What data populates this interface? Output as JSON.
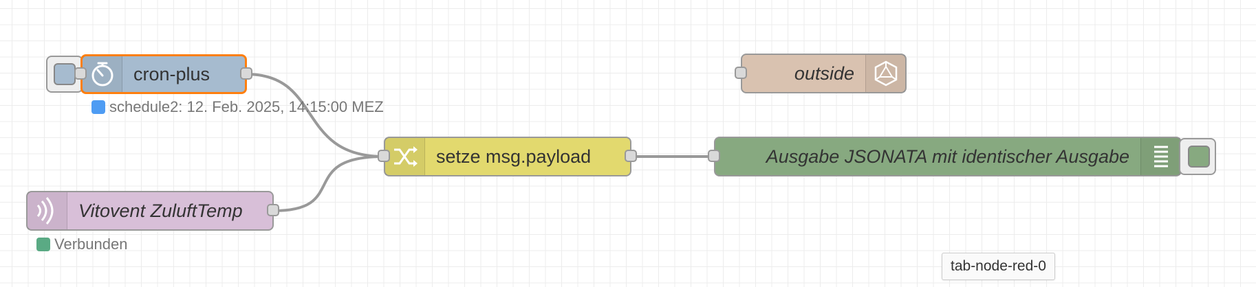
{
  "flow": {
    "nodes": {
      "cron_plus": {
        "label": "cron-plus",
        "color": "#a6bbcf",
        "icon": "timer-icon",
        "selected": true
      },
      "outside": {
        "label": "outside",
        "color": "#d9c2b0",
        "icon": "polyhedron-icon"
      },
      "change": {
        "label": "setze msg.payload",
        "color": "#e2d96e",
        "icon": "shuffle-icon"
      },
      "debug": {
        "label": "Ausgabe JSONATA mit identischer Ausgabe",
        "color": "#87a980",
        "icon": "list-icon"
      },
      "vitovent": {
        "label": "Vitovent ZuluftTemp",
        "color": "#d8bfd8",
        "icon": "wireless-icon"
      }
    },
    "status": {
      "cron_plus": {
        "text": "schedule2: 12. Feb. 2025, 14:15:00 MEZ",
        "color": "#4e9cf3"
      },
      "vitovent": {
        "text": "Verbunden",
        "color": "#5aaa84"
      }
    },
    "tooltip": "tab-node-red-0",
    "selection_color": "#ff7f0e"
  }
}
